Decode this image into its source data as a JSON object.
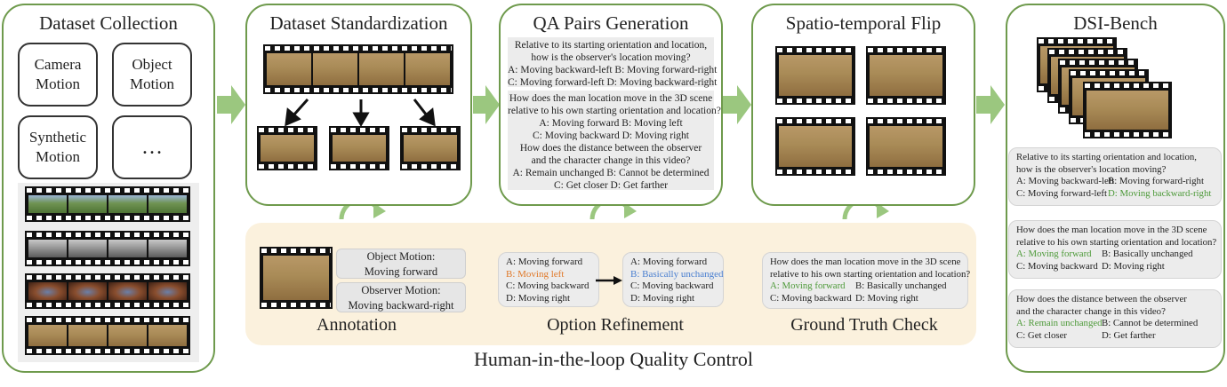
{
  "panels": {
    "dataset_collection": {
      "title": "Dataset Collection",
      "boxes": [
        {
          "line1": "Camera",
          "line2": "Motion"
        },
        {
          "line1": "Object",
          "line2": "Motion"
        },
        {
          "line1": "Synthetic",
          "line2": "Motion"
        },
        {
          "line1": "…",
          "line2": ""
        }
      ]
    },
    "dataset_standardization": {
      "title": "Dataset Standardization"
    },
    "qa_generation": {
      "title": "QA Pairs Generation",
      "questions": [
        {
          "lines": [
            "Relative to its starting orientation and location,",
            "how is the observer's location moving?",
            "A: Moving backward-left B: Moving forward-right",
            "C: Moving forward-left D: Moving backward-right"
          ]
        },
        {
          "lines": [
            "How does the man location move in the 3D scene",
            "relative to his own starting orientation and location?",
            "A: Moving forward B: Moving left",
            "C: Moving backward D: Moving right"
          ]
        },
        {
          "lines": [
            "How does the distance between the observer",
            "and the character change in this video?",
            "A: Remain unchanged B: Cannot be determined",
            "C: Get closer D: Get farther"
          ]
        }
      ]
    },
    "flip": {
      "title": "Spatio-temporal Flip"
    },
    "bench": {
      "title": "DSI-Bench",
      "q1": {
        "l1": "Relative to its starting orientation and location,",
        "l2": "how is the observer's location moving?",
        "a": "A: Moving backward-left",
        "b": "B: Moving forward-right",
        "c": "C: Moving forward-left",
        "d": "D: Moving backward-right"
      },
      "q2": {
        "l1": "How does the man location move in the 3D scene",
        "l2": "relative to his own starting orientation and location?",
        "a": "A: Moving forward",
        "b": "B: Basically unchanged",
        "c": "C: Moving backward",
        "d": "D: Moving right"
      },
      "q3": {
        "l1": "How does the distance between the observer",
        "l2": "and the character change in this video?",
        "a": "A: Remain unchanged",
        "b": "B: Cannot be determined",
        "c": "C: Get closer",
        "d": "D: Get farther"
      }
    }
  },
  "quality_control": {
    "title": "Human-in-the-loop Quality Control",
    "annotation": {
      "label": "Annotation",
      "object_motion": "Object Motion:",
      "object_value": "Moving forward",
      "observer_motion": "Observer Motion:",
      "observer_value": "Moving backward-right"
    },
    "option_refinement": {
      "label": "Option Refinement",
      "before": [
        "A: Moving forward",
        "B: Moving left",
        "C: Moving backward",
        "D: Moving right"
      ],
      "after": [
        "A: Moving forward",
        "B: Basically unchanged",
        "C: Moving backward",
        "D: Moving right"
      ]
    },
    "ground_truth": {
      "label": "Ground Truth Check",
      "l1": "How does the man location move in the 3D scene",
      "l2": "relative to his own starting orientation and location?",
      "a": "A: Moving forward",
      "b": "B: Basically unchanged",
      "c": "C: Moving backward",
      "d": "D: Moving right"
    }
  },
  "colors": {
    "panel_border": "#6e9a4c",
    "arrow": "#9bc77f",
    "qc_background": "#fbf1dd",
    "correct": "#4e9a3a",
    "wrong": "#e0792a",
    "revised": "#4a7fd0"
  }
}
